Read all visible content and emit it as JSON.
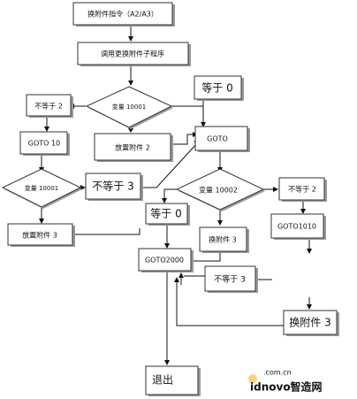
{
  "nodes": {
    "command": "换附件指令（A2/A3）",
    "call_sub": "调用更换附件子程序",
    "var1": "变量 10001",
    "neq2_left": "不等于 2",
    "eq0_top": "等于 0",
    "goto10": "GOTO 10",
    "place2": "放置附件 2",
    "goto_mid": "GOTO",
    "var2_left": "变量 10001",
    "neq3_mid": "不等于 3",
    "var3": "变量 10002",
    "neq2_right": "不等于 2",
    "eq0_mid": "等于 0",
    "place3": "放置附件 3",
    "change3_small": "换附件 3",
    "goto1010": "GOTO1010",
    "goto2000": "GOTO2000",
    "neq3_low": "不等于 3",
    "change3": "换附件 3",
    "exit": "退出"
  },
  "watermark": {
    "domain": ".com.cn",
    "brand": "idnovo智造网"
  }
}
